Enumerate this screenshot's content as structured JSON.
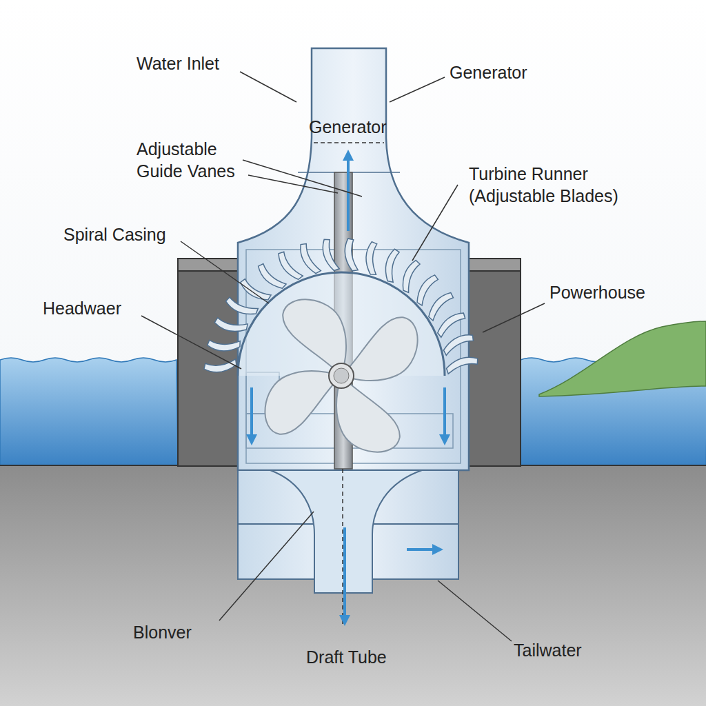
{
  "diagram": {
    "labels": [
      "Water Inlet",
      "Generator",
      "Generator",
      "Adjustable Guide Vanes",
      "Turbine Runner (Adjustable Blades)",
      "Spiral Casing",
      "Powerhouse",
      "Headwaer",
      "Blonver",
      "Draft Tube",
      "Tailwater"
    ]
  }
}
